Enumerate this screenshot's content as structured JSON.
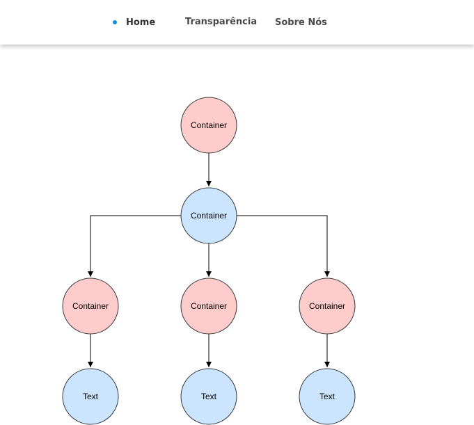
{
  "nav": {
    "items": [
      {
        "label": "Home",
        "active": true
      },
      {
        "label": "Transparência",
        "active": false
      },
      {
        "label": "Sobre Nós",
        "active": false
      }
    ],
    "active_dot_color": "#1a8ad4"
  },
  "diagram": {
    "colors": {
      "container_fill": "#ffcccc",
      "text_fill": "#cce5ff",
      "stroke": "#36393d"
    },
    "nodes": {
      "root": {
        "label": "Container"
      },
      "middle": {
        "label": "Container"
      },
      "left_container": {
        "label": "Container"
      },
      "center_container": {
        "label": "Container"
      },
      "right_container": {
        "label": "Container"
      },
      "left_text": {
        "label": "Text"
      },
      "center_text": {
        "label": "Text"
      },
      "right_text": {
        "label": "Text"
      }
    }
  }
}
